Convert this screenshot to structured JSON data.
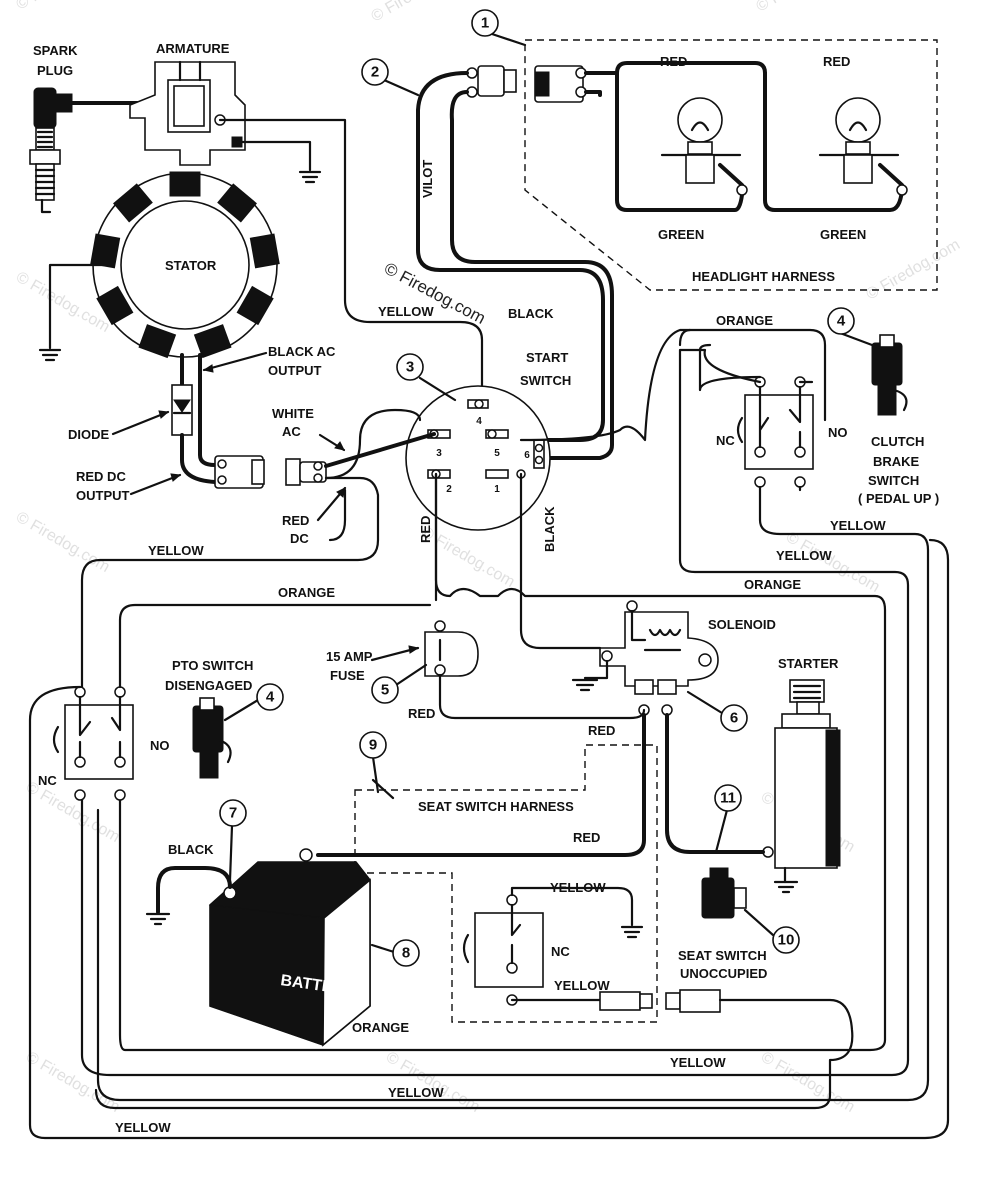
{
  "watermarks": [
    "© Firedog.com"
  ],
  "watermark_center": "© Firedog.com",
  "callouts": {
    "c1": "1",
    "c2": "2",
    "c3": "3",
    "c4a": "4",
    "c4b": "4",
    "c5": "5",
    "c6": "6",
    "c7": "7",
    "c8": "8",
    "c9": "9",
    "c10": "10",
    "c11": "11"
  },
  "labels": {
    "spark_plug_1": "SPARK",
    "spark_plug_2": "PLUG",
    "armature": "ARMATURE",
    "stator": "STATOR",
    "black_ac_1": "BLACK AC",
    "black_ac_2": "OUTPUT",
    "diode": "DIODE",
    "white_ac_1": "WHITE",
    "white_ac_2": "AC",
    "red_dc_out_1": "RED DC",
    "red_dc_out_2": "OUTPUT",
    "red_dc_1": "RED",
    "red_dc_2": "DC",
    "vilot": "VILOT",
    "yellow_top": "YELLOW",
    "black_top": "BLACK",
    "start_switch_1": "START",
    "start_switch_2": "SWITCH",
    "red_headlight_1": "RED",
    "red_headlight_2": "RED",
    "green_1": "GREEN",
    "green_2": "GREEN",
    "headlight_harness": "HEADLIGHT HARNESS",
    "orange_top": "ORANGE",
    "no_clutch": "NO",
    "nc_clutch": "NC",
    "clutch_1": "CLUTCH",
    "clutch_2": "BRAKE",
    "clutch_3": "SWITCH",
    "clutch_4": "( PEDAL UP )",
    "yellow_clutch_1": "YELLOW",
    "yellow_clutch_2": "YELLOW",
    "orange_clutch": "ORANGE",
    "yellow_left": "YELLOW",
    "red_vertical": "RED",
    "black_vertical": "BLACK",
    "orange_mid": "ORANGE",
    "solenoid": "SOLENOID",
    "starter": "STARTER",
    "fuse_1": "15 AMP",
    "fuse_2": "FUSE",
    "red_fuse": "RED",
    "red_solenoid": "RED",
    "pto_1": "PTO SWITCH",
    "pto_2": "DISENGAGED",
    "no_pto": "NO",
    "nc_pto": "NC",
    "seat_harness": "SEAT SWITCH HARNESS",
    "red_battery": "RED",
    "black_battery": "BLACK",
    "battery": "BATTERY",
    "yellow_seat_1": "YELLOW",
    "yellow_seat_2": "YELLOW",
    "nc_seat": "NC",
    "seat_unocc_1": "SEAT SWITCH",
    "seat_unocc_2": "UNOCCUPIED",
    "orange_bottom": "ORANGE",
    "yellow_b1": "YELLOW",
    "yellow_b2": "YELLOW",
    "yellow_b3": "YELLOW"
  },
  "terminals": [
    "4",
    "3",
    "5",
    "6",
    "2",
    "1"
  ]
}
